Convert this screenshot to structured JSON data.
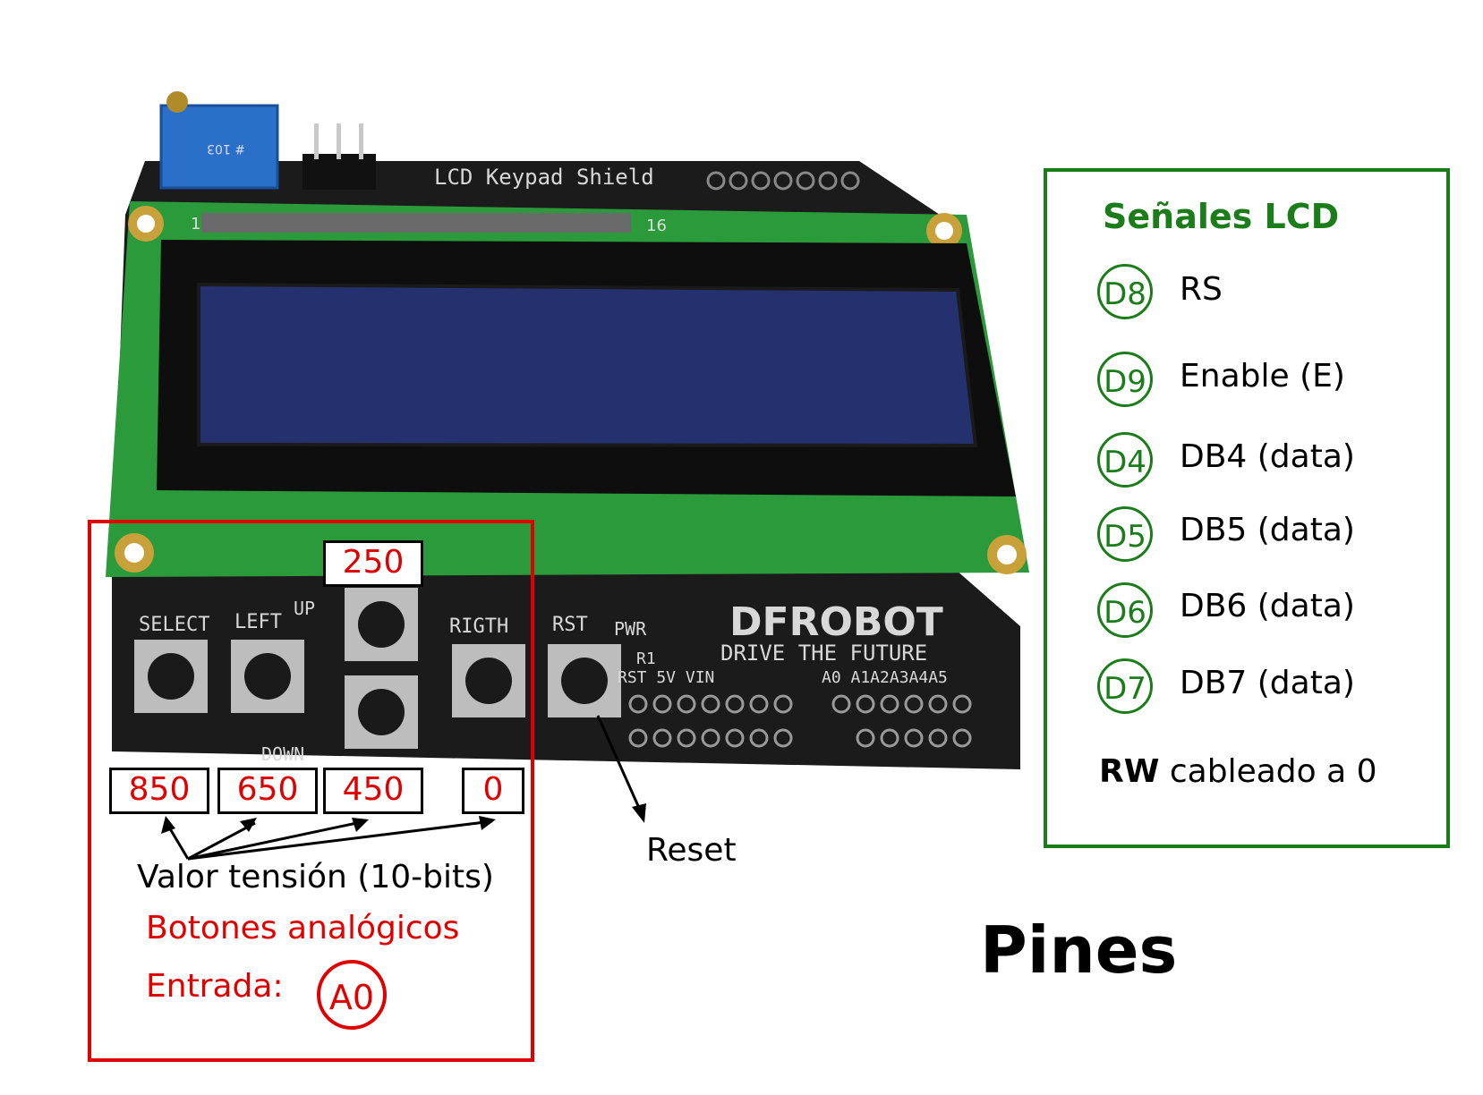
{
  "board": {
    "title_silk": "LCD Keypad Shield",
    "pin1": "1",
    "pin16": "16",
    "pot_text": "# 103",
    "btn_select": "SELECT",
    "btn_left": "LEFT",
    "btn_up": "UP",
    "btn_down": "DOWN",
    "btn_right": "RIGTH",
    "btn_rst": "RST",
    "pwr": "PWR",
    "brand": "DFROBOT",
    "slogan": "DRIVE  THE FUTURE",
    "row_power": "RST  5V    VIN",
    "row_analog": "A0 A1A2A3A4A5",
    "r1": "R1"
  },
  "button_values": {
    "up": "250",
    "select": "850",
    "left": "650",
    "down": "450",
    "right": "0"
  },
  "annotations": {
    "voltage_label": "Valor tensión (10-bits)",
    "analog_buttons": "Botones analógicos",
    "input_label": "Entrada:",
    "input_pin": "A0",
    "reset_label": "Reset"
  },
  "signals": {
    "title": "Señales LCD",
    "items": [
      {
        "pin": "D8",
        "label": "RS"
      },
      {
        "pin": "D9",
        "label": "Enable (E)"
      },
      {
        "pin": "D4",
        "label": "DB4 (data)"
      },
      {
        "pin": "D5",
        "label": "DB5 (data)"
      },
      {
        "pin": "D6",
        "label": "DB6 (data)"
      },
      {
        "pin": "D7",
        "label": "DB7 (data)"
      }
    ],
    "rw_bold": "RW",
    "rw_rest": " cableado a 0"
  },
  "footer": {
    "pines": "Pines"
  },
  "colors": {
    "red": "#e00000",
    "green": "#1a7d1a",
    "pcb_green": "#2a9a3a",
    "lcd_blue": "#25306e",
    "pcb_black": "#1b1b1b"
  }
}
